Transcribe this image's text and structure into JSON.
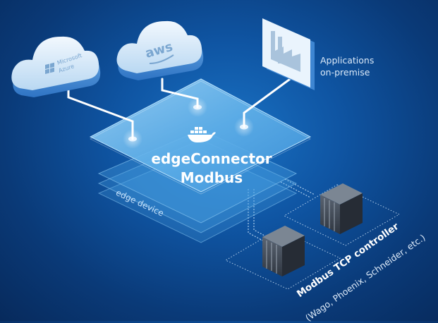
{
  "clouds": {
    "azure": {
      "brand_top": "Microsoft",
      "brand_bottom": "Azure"
    },
    "aws": {
      "brand": "aws"
    }
  },
  "applications": {
    "line1": "Applications",
    "line2": "on-premise"
  },
  "device": {
    "title_line1": "edgeConnector",
    "title_line2": "Modbus",
    "platform_label": "edge device"
  },
  "controller": {
    "title": "Modbus TCP controller",
    "subtitle": "(Wago, Phoenix, Schneider, etc.)"
  },
  "colors": {
    "background": "#0b4a92",
    "platform": "#5fb3ec",
    "cloud": "#dcecf9",
    "server": "#4a5563"
  }
}
